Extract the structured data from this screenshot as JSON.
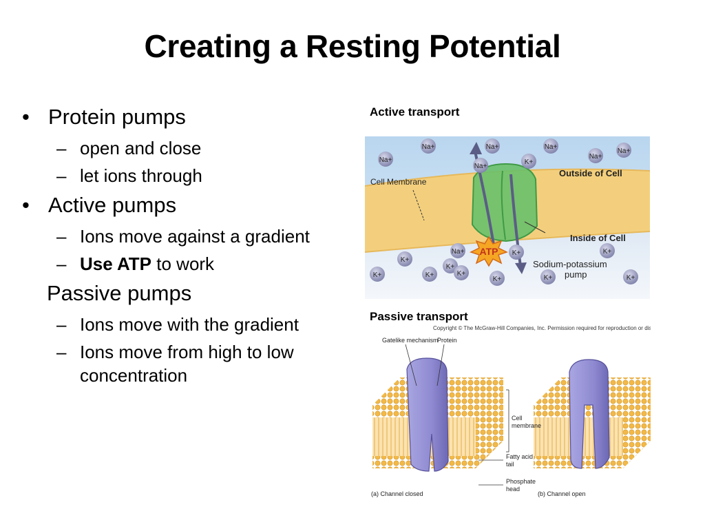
{
  "slide": {
    "title": "Creating a Resting Potential",
    "bullets": {
      "protein_pumps": "Protein pumps",
      "open_close": "open and close",
      "let_ions": "let ions through",
      "active_pumps": "Active pumps",
      "against_gradient": "Ions move against a gradient",
      "use_atp_bold": "Use ATP",
      "use_atp_rest": " to work",
      "passive_pumps": "Passive pumps",
      "with_gradient": "Ions move with the gradient",
      "high_low": "Ions move from high to low concentration"
    },
    "bullet_glyph": "•",
    "dash_glyph": "–"
  },
  "active_figure": {
    "caption": "Active transport",
    "outside_label": "Outside of Cell",
    "inside_label": "Inside of Cell",
    "membrane_label": "Cell Membrane",
    "pump_label_1": "Sodium-potassium",
    "pump_label_2": "pump",
    "atp_label": "ATP",
    "na_label": "Na+",
    "k_label": "K+"
  },
  "passive_figure": {
    "caption": "Passive transport",
    "copyright": "Copyright © The McGraw-Hill Companies, Inc. Permission required for reproduction or display.",
    "gatelike": "Gatelike mechanism",
    "protein": "Protein",
    "cell": "Cell",
    "membrane": "membrane",
    "fatty_1": "Fatty acid",
    "fatty_2": "tail",
    "phosphate_1": "Phosphate",
    "phosphate_2": "head",
    "closed": "(a) Channel closed",
    "open": "(b) Channel open"
  },
  "colors": {
    "outside": "#cfe3f2",
    "membrane": "#f3cf7d",
    "pump": "#69c06a",
    "ion": "#8f90b8",
    "protein": "#8f8ad1",
    "lipid": "#f2b949",
    "atp": "#f5a623"
  }
}
